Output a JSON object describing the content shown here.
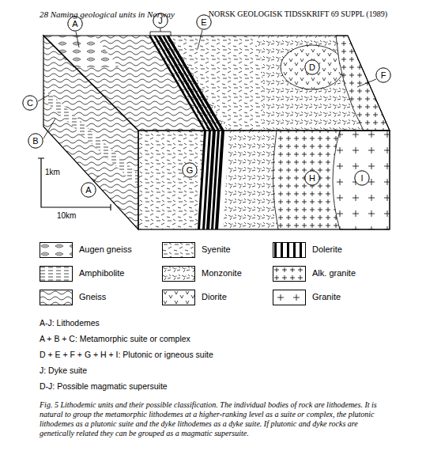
{
  "diagram": {
    "caption": "Fig. 5 Lithodemic units and their possible classification. The individual bodies of rock are lithodemes. It is natural to group the metamorphic lithodemes at a higher-ranking level as a suite or complex, the plutonic lithodemes as a plutonic suite and the dyke lithodemes as a dyke suite. If plutonic and dyke rocks are genetically related they can be grouped as a magmatic supersuite.",
    "nodes": [
      {
        "text": [
          "A"
        ]
      },
      {
        "text": [
          "C"
        ]
      },
      {
        "text": [
          "B"
        ]
      },
      {
        "text": [
          "A"
        ]
      },
      {
        "text": [
          "J"
        ]
      },
      {
        "text": [
          "E"
        ]
      },
      {
        "text": [
          "D"
        ]
      },
      {
        "text": [
          "F"
        ]
      },
      {
        "text": [
          "G"
        ]
      },
      {
        "text": [
          "H"
        ]
      },
      {
        "text": [
          "I"
        ]
      }
    ],
    "labels": [
      "28 Naming geological units in Norway",
      "NORSK GEOLOGISK TIDSSKRIFT 69 SUPPL (1989)",
      "1km",
      "10km",
      "A-J: Lithodemes",
      "A + B + C: Metamorphic suite or complex",
      "D + E + F + G + H + I: Plutonic or igneous suite",
      "J: Dyke suite",
      "D-J: Possible magmatic supersuite"
    ],
    "legend": [
      {
        "text": "Augen gneiss"
      },
      {
        "text": "Syenite"
      },
      {
        "text": "Dolerite"
      },
      {
        "text": "Amphibolite"
      },
      {
        "text": "Monzonite"
      },
      {
        "text": "Alk. granite"
      },
      {
        "text": "Gneiss"
      },
      {
        "text": "Diorite"
      },
      {
        "text": "Granite"
      }
    ]
  }
}
